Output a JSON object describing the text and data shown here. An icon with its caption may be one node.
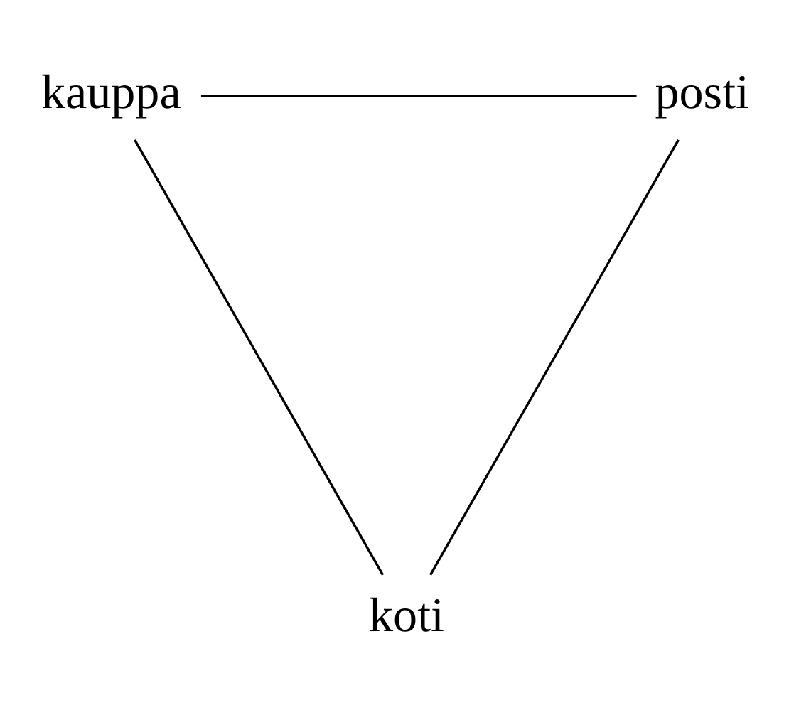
{
  "diagram": {
    "nodes": [
      {
        "text": [
          "kauppa"
        ]
      },
      {
        "text": [
          "posti"
        ]
      },
      {
        "text": [
          "koti"
        ]
      }
    ],
    "edges": [
      {
        "from": 0,
        "to": 1,
        "arrow": "none"
      },
      {
        "from": 1,
        "to": 2,
        "arrow": "none"
      },
      {
        "from": 2,
        "to": 0,
        "arrow": "none"
      }
    ]
  }
}
